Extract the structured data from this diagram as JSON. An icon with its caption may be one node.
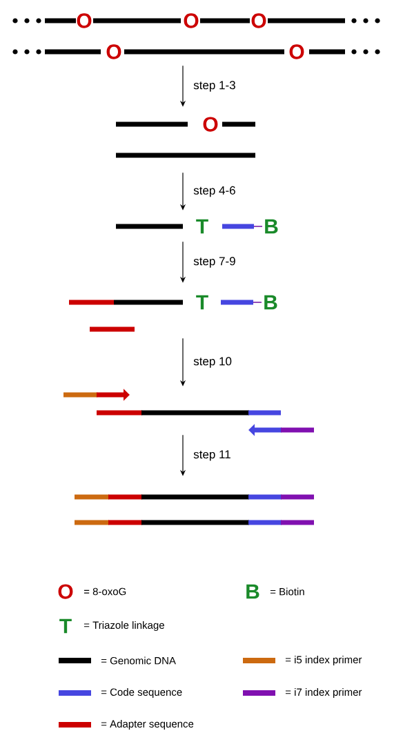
{
  "diagram": {
    "nodes": [
      {
        "text": [
          "O",
          "O",
          "O",
          "O",
          "O"
        ]
      },
      {
        "text": [
          "O"
        ]
      },
      {
        "text": [
          "T",
          "B"
        ]
      },
      {
        "text": [
          "T",
          "B"
        ]
      },
      {
        "text": [],
        "shape": "picture"
      },
      {
        "text": [],
        "shape": "picture"
      }
    ],
    "edges": [
      {
        "from": 0,
        "to": 1,
        "arrow": "to",
        "label": "step 1-3"
      },
      {
        "from": 1,
        "to": 2,
        "arrow": "to",
        "label": "step 4-6"
      },
      {
        "from": 2,
        "to": 3,
        "arrow": "to",
        "label": "step 7-9"
      },
      {
        "from": 3,
        "to": 4,
        "arrow": "to",
        "label": "step 10"
      },
      {
        "from": 4,
        "to": 5,
        "arrow": "to",
        "label": "step 11"
      }
    ],
    "labels": [
      "O",
      "B",
      "T"
    ],
    "legend": [
      {
        "text": "= 8-oxoG"
      },
      {
        "text": "= Biotin"
      },
      {
        "text": "= Triazole linkage"
      },
      {
        "text": "= Genomic DNA",
        "color": "#000000"
      },
      {
        "text": "= i5 index primer",
        "color": "#cc6a10"
      },
      {
        "text": "= Code sequence",
        "color": "#4646e0"
      },
      {
        "text": "= i7 index primer",
        "color": "#8010b0"
      },
      {
        "text": "= Adapter sequence",
        "color": "#cc0000"
      }
    ]
  }
}
